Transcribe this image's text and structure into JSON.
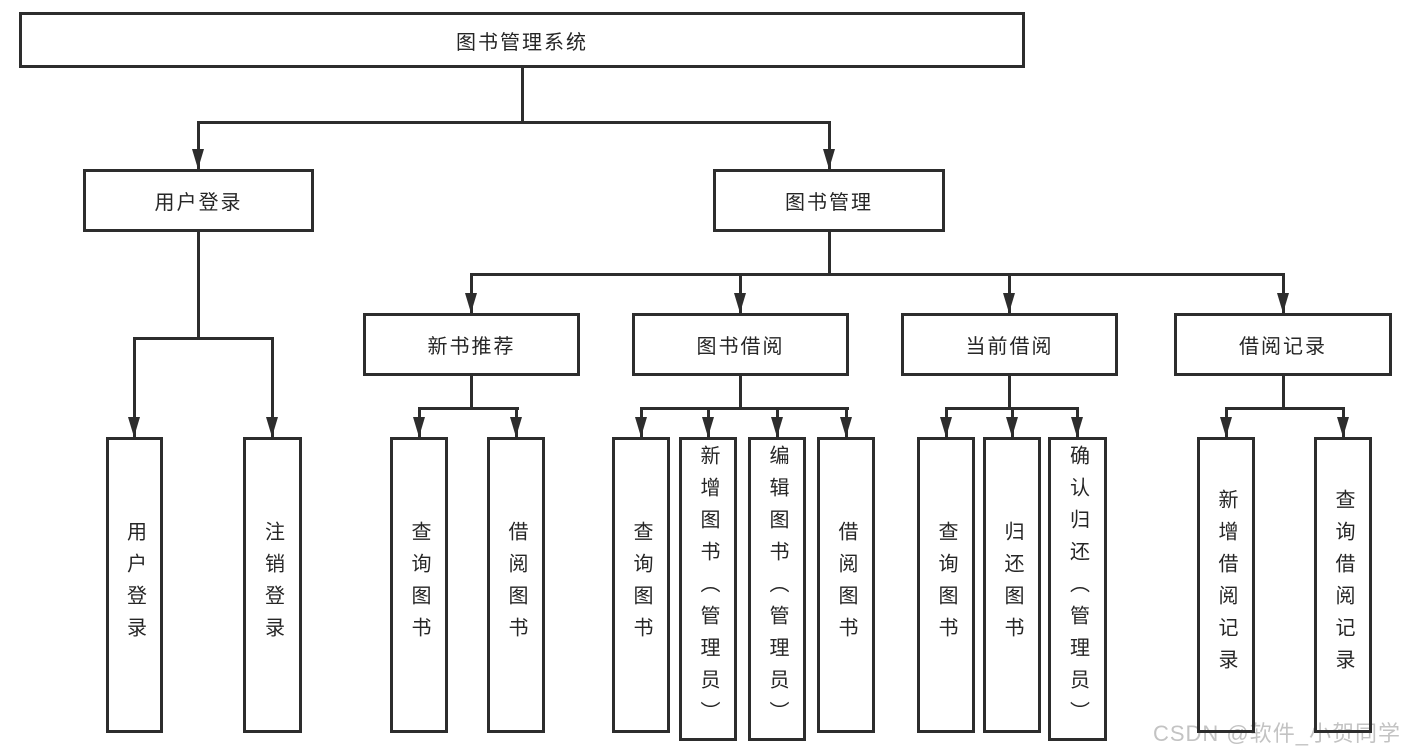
{
  "tree": {
    "label": "图书管理系统",
    "children": [
      {
        "label": "用户登录",
        "children": [
          {
            "label": "用户登录"
          },
          {
            "label": "注销登录"
          }
        ]
      },
      {
        "label": "图书管理",
        "children": [
          {
            "label": "新书推荐",
            "children": [
              {
                "label": "查询图书"
              },
              {
                "label": "借阅图书"
              }
            ]
          },
          {
            "label": "图书借阅",
            "children": [
              {
                "label": "查询图书"
              },
              {
                "label": "新增图书（管理员）"
              },
              {
                "label": "编辑图书（管理员）"
              },
              {
                "label": "借阅图书"
              }
            ]
          },
          {
            "label": "当前借阅",
            "children": [
              {
                "label": "查询图书"
              },
              {
                "label": "归还图书"
              },
              {
                "label": "确认归还（管理员）"
              }
            ]
          },
          {
            "label": "借阅记录",
            "children": [
              {
                "label": "新增借阅记录"
              },
              {
                "label": "查询借阅记录"
              }
            ]
          }
        ]
      }
    ]
  },
  "watermark": {
    "text": "CSDN @软件_小贺同学"
  },
  "colors": {
    "line": "#2d2d2d",
    "text": "#262626",
    "watermark": "#c3c3c3",
    "background": "#ffffff"
  }
}
